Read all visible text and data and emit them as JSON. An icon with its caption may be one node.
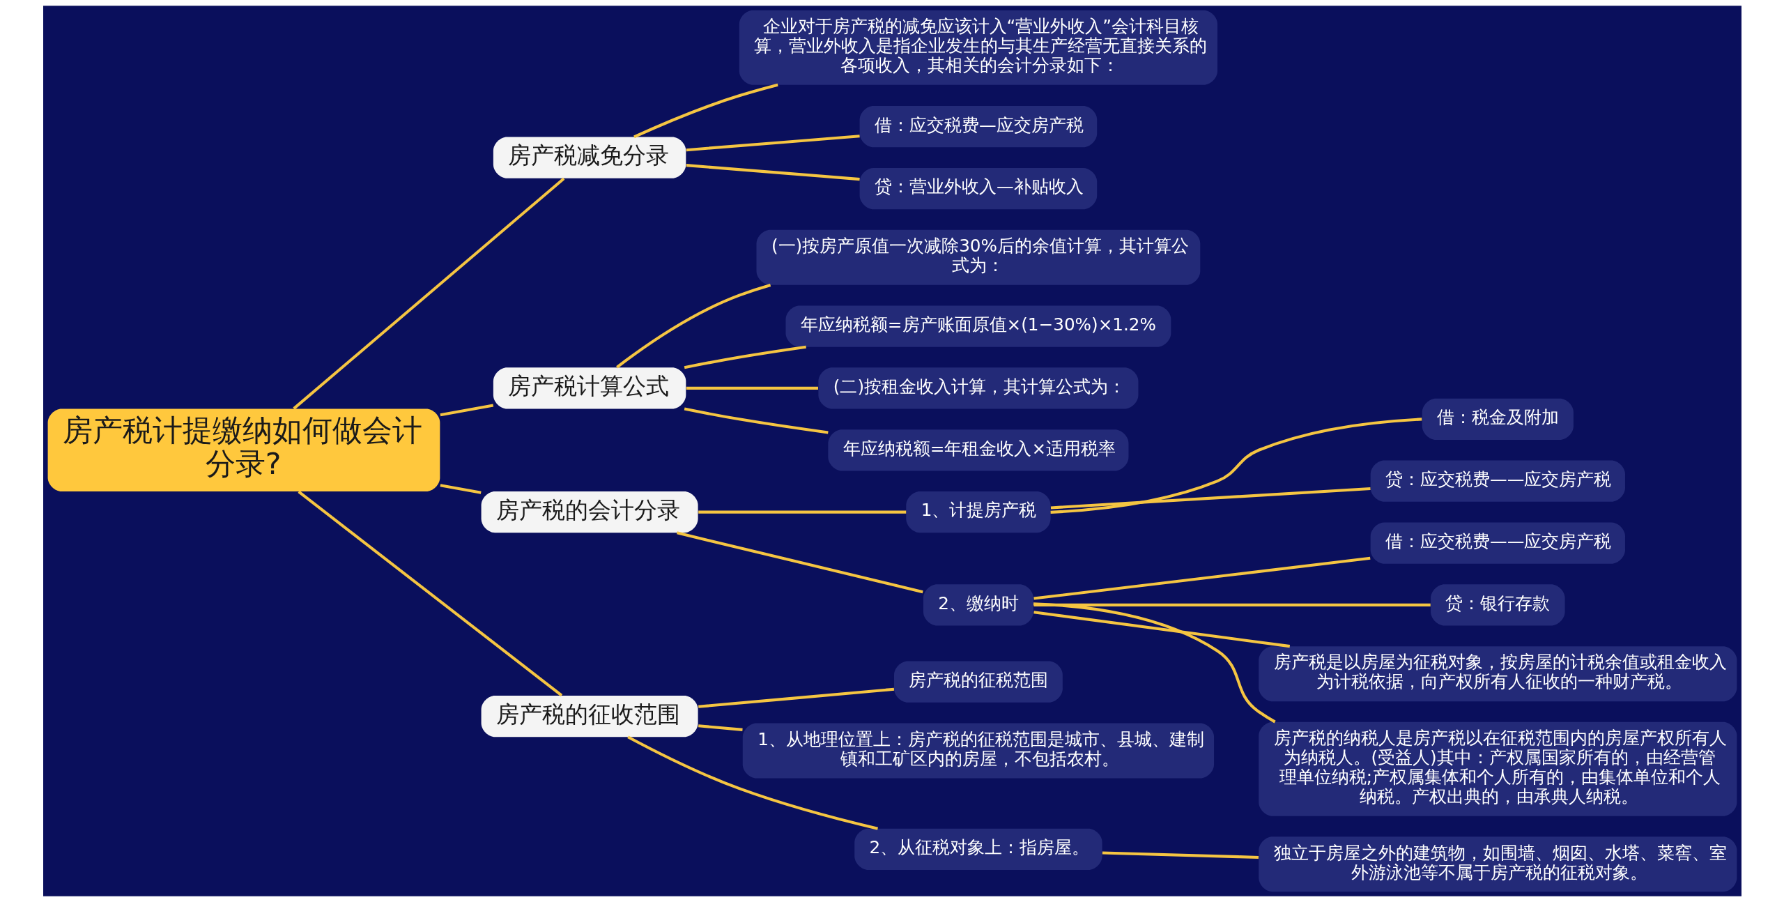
{
  "diagram": {
    "nodes": [
      {
        "text": [
          "房产税计提缴纳如何做会计分录?"
        ]
      },
      {
        "text": [
          "房产税减免分录"
        ]
      },
      {
        "text": [
          "企业对于房产税的减免应该计入“营业外收入”会计科目核算，营业外收入是指企业发生的与其生产经营无直接关系的各项收入，其相关的会计分录如下："
        ]
      },
      {
        "text": [
          "借：应交税费—应交房产税"
        ]
      },
      {
        "text": [
          "贷：营业外收入—补贴收入"
        ]
      },
      {
        "text": [
          "房产税计算公式"
        ]
      },
      {
        "text": [
          "(一)按房产原值一次减除30%后的余值计算，其计算公式为："
        ]
      },
      {
        "text": [
          "年应纳税额=房产账面原值×(1−30%)×1.2%"
        ]
      },
      {
        "text": [
          "(二)按租金收入计算，其计算公式为："
        ]
      },
      {
        "text": [
          "年应纳税额=年租金收入×适用税率"
        ]
      },
      {
        "text": [
          "房产税的会计分录"
        ]
      },
      {
        "text": [
          "1、计提房产税"
        ]
      },
      {
        "text": [
          "借：税金及附加"
        ]
      },
      {
        "text": [
          "贷：应交税费——应交房产税"
        ]
      },
      {
        "text": [
          "2、缴纳时"
        ]
      },
      {
        "text": [
          "借：应交税费——应交房产税"
        ]
      },
      {
        "text": [
          "贷：银行存款"
        ]
      },
      {
        "text": [
          "房产税是以房屋为征税对象，按房屋的计税余值或租金收入为计税依据，向产权所有人征收的一种财产税。"
        ]
      },
      {
        "text": [
          "房产税的纳税人是房产税以在征税范围内的房屋产权所有人为纳税人。(受益人)其中：产权属国家所有的，由经营管理单位纳税;产权属集体和个人所有的，由集体单位和个人纳税。产权出典的，由承典人纳税。"
        ]
      },
      {
        "text": [
          "房产税的征收范围"
        ]
      },
      {
        "text": [
          "房产税的征税范围"
        ]
      },
      {
        "text": [
          "1、从地理位置上：房产税的征税范围是城市、县城、建制镇和工矿区内的房屋，不包括农村。"
        ]
      },
      {
        "text": [
          "2、从征税对象上：指房屋。"
        ]
      },
      {
        "text": [
          "独立于房屋之外的建筑物，如围墙、烟囱、水塔、菜窖、室外游泳池等不属于房产税的征税对象。"
        ]
      }
    ],
    "edges": [
      {
        "from": 0,
        "to": 1,
        "arrow": "none"
      },
      {
        "from": 1,
        "to": 2,
        "arrow": "none"
      },
      {
        "from": 1,
        "to": 3,
        "arrow": "none"
      },
      {
        "from": 1,
        "to": 4,
        "arrow": "none"
      },
      {
        "from": 0,
        "to": 5,
        "arrow": "none"
      },
      {
        "from": 5,
        "to": 6,
        "arrow": "none"
      },
      {
        "from": 5,
        "to": 7,
        "arrow": "none"
      },
      {
        "from": 5,
        "to": 8,
        "arrow": "none"
      },
      {
        "from": 5,
        "to": 9,
        "arrow": "none"
      },
      {
        "from": 0,
        "to": 10,
        "arrow": "none"
      },
      {
        "from": 10,
        "to": 11,
        "arrow": "none"
      },
      {
        "from": 11,
        "to": 12,
        "arrow": "none"
      },
      {
        "from": 11,
        "to": 13,
        "arrow": "none"
      },
      {
        "from": 10,
        "to": 14,
        "arrow": "none"
      },
      {
        "from": 14,
        "to": 15,
        "arrow": "none"
      },
      {
        "from": 14,
        "to": 16,
        "arrow": "none"
      },
      {
        "from": 14,
        "to": 17,
        "arrow": "none"
      },
      {
        "from": 14,
        "to": 18,
        "arrow": "none"
      },
      {
        "from": 0,
        "to": 19,
        "arrow": "none"
      },
      {
        "from": 19,
        "to": 20,
        "arrow": "none"
      },
      {
        "from": 19,
        "to": 21,
        "arrow": "none"
      },
      {
        "from": 19,
        "to": 22,
        "arrow": "none"
      },
      {
        "from": 22,
        "to": 23,
        "arrow": "none"
      }
    ]
  }
}
